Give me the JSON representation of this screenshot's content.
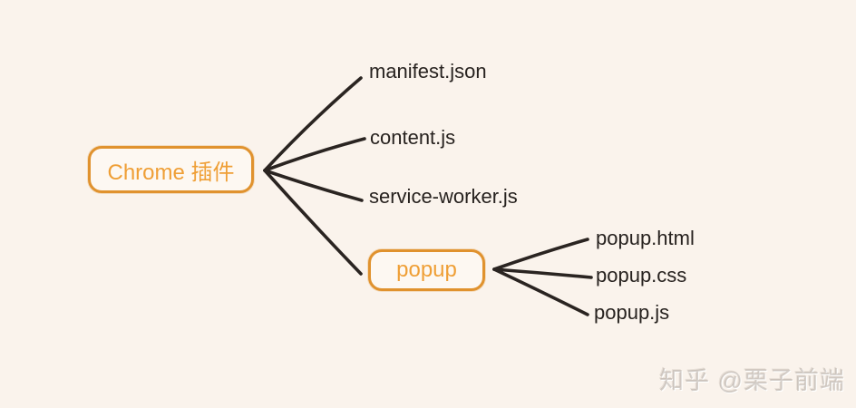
{
  "canvas": {
    "background_color": "#faf3ec"
  },
  "mindmap": {
    "colors": {
      "node_border": "#e0922e",
      "node_text": "#ef9f36",
      "edge": "#2a2421",
      "leaf_text": "#27221f"
    },
    "root": {
      "label": "Chrome 插件"
    },
    "children": [
      {
        "label": "manifest.json"
      },
      {
        "label": "content.js"
      },
      {
        "label": "service-worker.js"
      },
      {
        "label": "popup",
        "children": [
          {
            "label": "popup.html"
          },
          {
            "label": "popup.css"
          },
          {
            "label": "popup.js"
          }
        ]
      }
    ]
  },
  "watermark": {
    "text": "知乎 @栗子前端"
  }
}
